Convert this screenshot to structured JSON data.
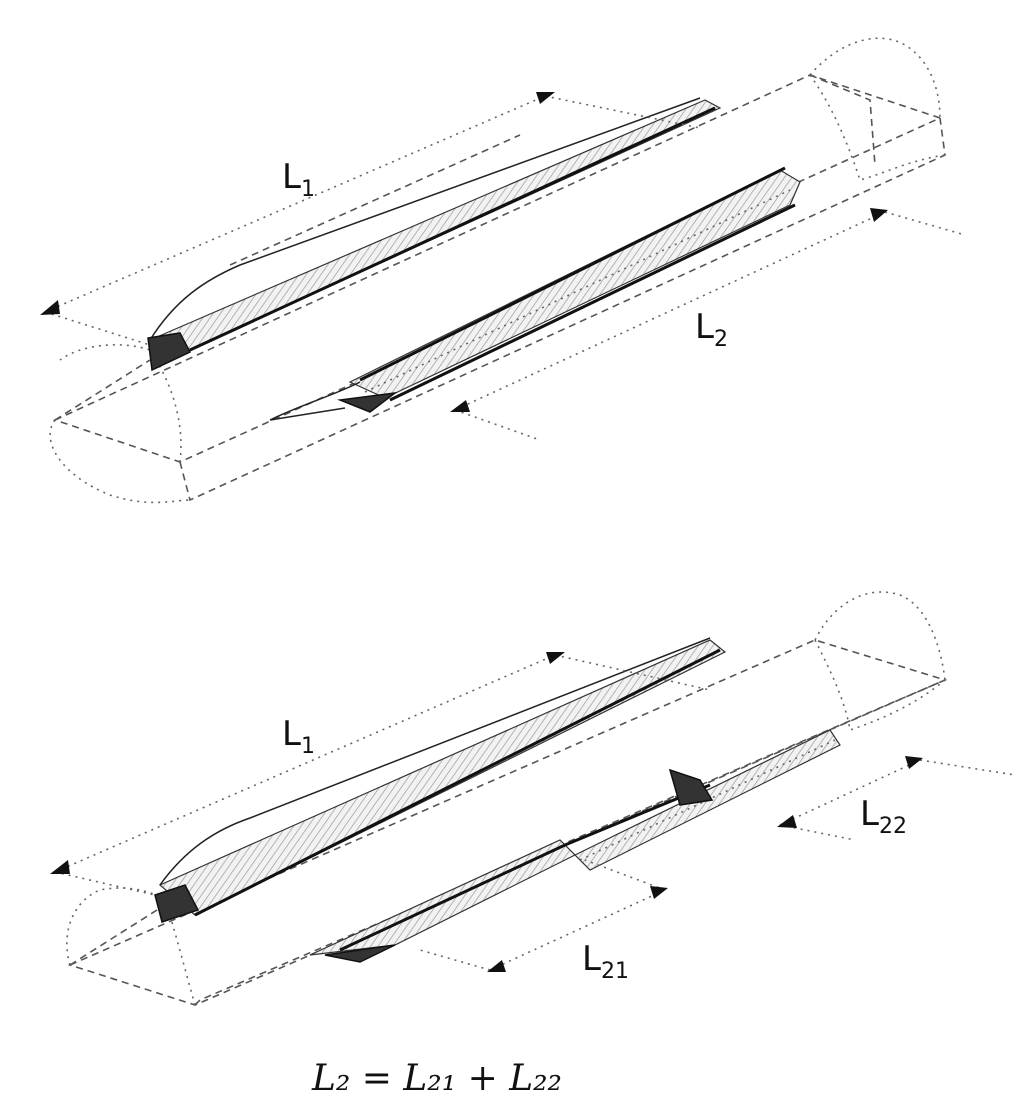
{
  "top_diagram": {
    "label_l1": "L",
    "label_l1_sub": "1",
    "label_l2": "L",
    "label_l2_sub": "2"
  },
  "bottom_diagram": {
    "label_l1": "L",
    "label_l1_sub": "1",
    "label_l21": "L",
    "label_l21_sub": "21",
    "label_l22": "L",
    "label_l22_sub": "22"
  },
  "formula": "L₂ = L₂₁ + L₂₂"
}
